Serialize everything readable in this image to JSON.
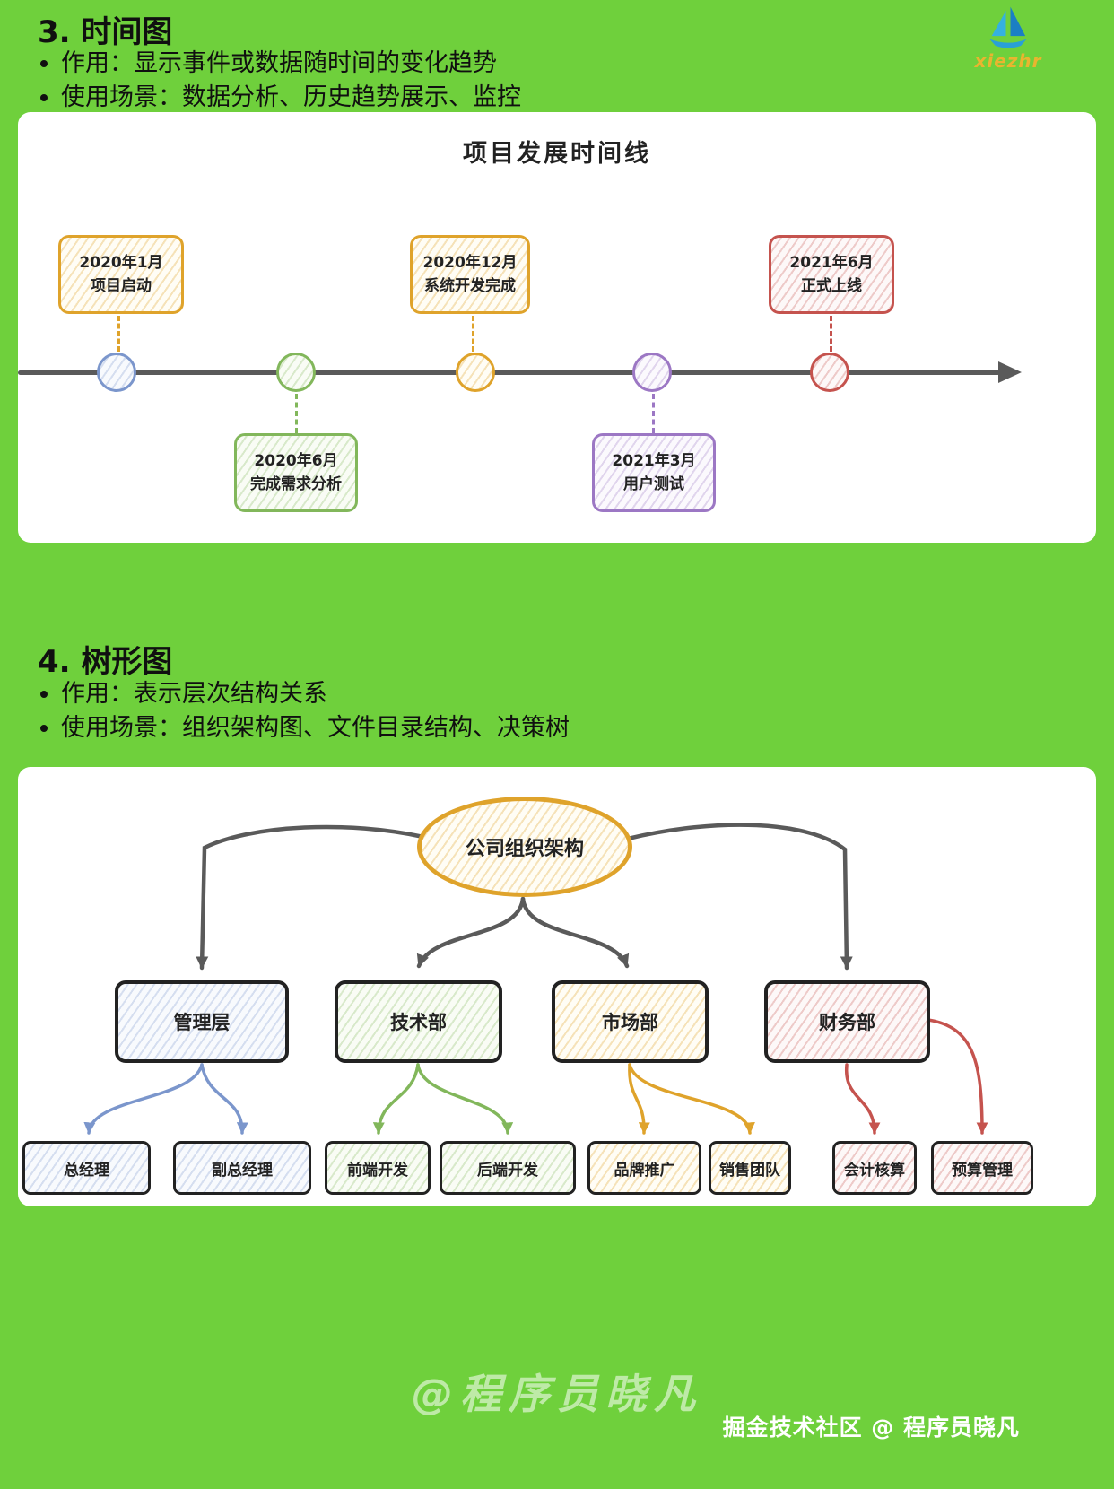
{
  "brand": {
    "name": "xiezhr"
  },
  "section_timeline": {
    "heading": "3. 时间图",
    "bullets": [
      "作用：显示事件或数据随时间的变化趋势",
      "使用场景：数据分析、历史趋势展示、监控"
    ],
    "diagram": {
      "title": "项目发展时间线",
      "events": [
        {
          "date": "2020年1月",
          "label": "项目启动",
          "box_color": "#dfa32b",
          "node_color": "#7b96cc",
          "position": "above"
        },
        {
          "date": "2020年6月",
          "label": "完成需求分析",
          "box_color": "#82b75b",
          "node_color": "#82b75b",
          "position": "below"
        },
        {
          "date": "2020年12月",
          "label": "系统开发完成",
          "box_color": "#dfa32b",
          "node_color": "#dfa32b",
          "position": "above"
        },
        {
          "date": "2021年3月",
          "label": "用户测试",
          "box_color": "#9c77c4",
          "node_color": "#9c77c4",
          "position": "below"
        },
        {
          "date": "2021年6月",
          "label": "正式上线",
          "box_color": "#c5534e",
          "node_color": "#c5534e",
          "position": "above"
        }
      ]
    }
  },
  "section_tree": {
    "heading": "4. 树形图",
    "bullets": [
      "作用：表示层次结构关系",
      "使用场景：组织架构图、文件目录结构、决策树"
    ],
    "diagram": {
      "root": "公司组织架构",
      "root_color": "#dfa32b",
      "branches": [
        {
          "name": "管理层",
          "color": "#7b96cc",
          "children": [
            "总经理",
            "副总经理"
          ]
        },
        {
          "name": "技术部",
          "color": "#82b75b",
          "children": [
            "前端开发",
            "后端开发"
          ]
        },
        {
          "name": "市场部",
          "color": "#dfa32b",
          "children": [
            "品牌推广",
            "销售团队"
          ]
        },
        {
          "name": "财务部",
          "color": "#c5534e",
          "children": [
            "会计核算",
            "预算管理"
          ]
        }
      ]
    }
  },
  "footer": {
    "watermark": "@程序员晓凡",
    "credit": "掘金技术社区 @ 程序员晓凡"
  },
  "colors": {
    "page_background": "#6fd03c",
    "axis_gray": "#5a5a5a",
    "brand_text": "#e9b52f"
  }
}
